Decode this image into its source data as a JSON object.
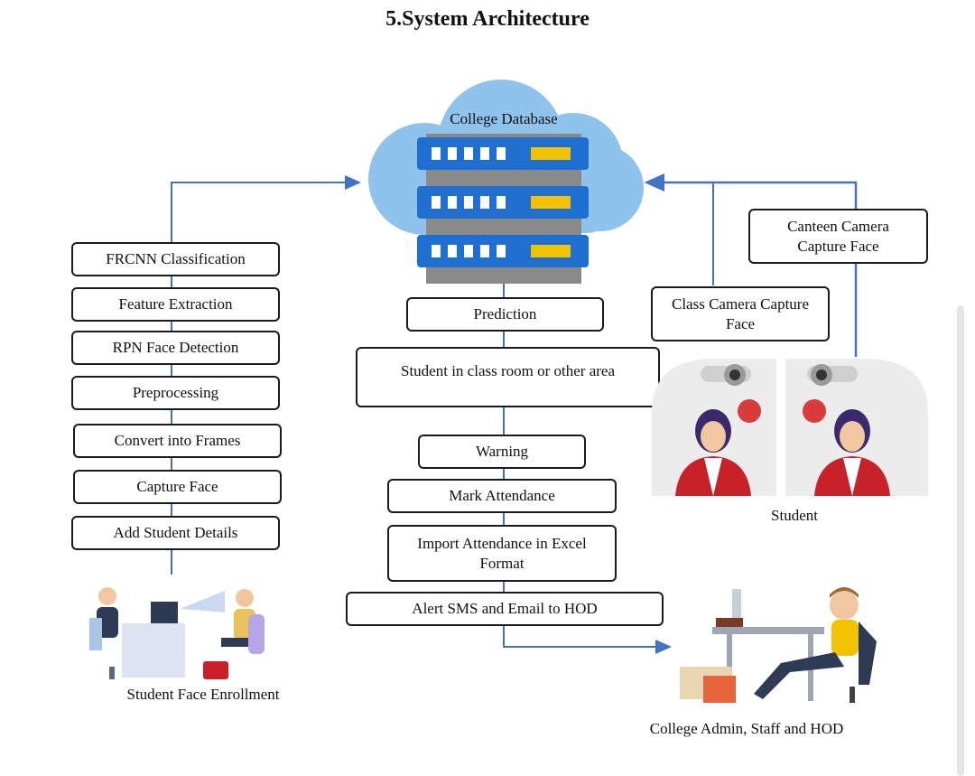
{
  "title": "5.System Architecture",
  "database": {
    "label": "College Database"
  },
  "left_column": [
    "FRCNN Classification",
    "Feature Extraction",
    "RPN Face Detection",
    "Preprocessing",
    "Convert into Frames",
    "Capture Face",
    "Add Student Details"
  ],
  "center_column": {
    "prediction": "Prediction",
    "location": "Student in class room or other area",
    "warning": "Warning",
    "mark": "Mark Attendance",
    "import": "Import Attendance in Excel Format",
    "alert": "Alert SMS and Email to HOD"
  },
  "right_column": {
    "canteen": "Canteen Camera Capture Face",
    "class_camera": "Class Camera Capture Face"
  },
  "captions": {
    "enrollment": "Student Face Enrollment",
    "student": "Student",
    "admin": "College Admin, Staff  and  HOD"
  },
  "colors": {
    "line": "#4472c4",
    "cloud": "#8fc3ec",
    "server": "#1f6fd1",
    "server_light": "#f2c200"
  }
}
